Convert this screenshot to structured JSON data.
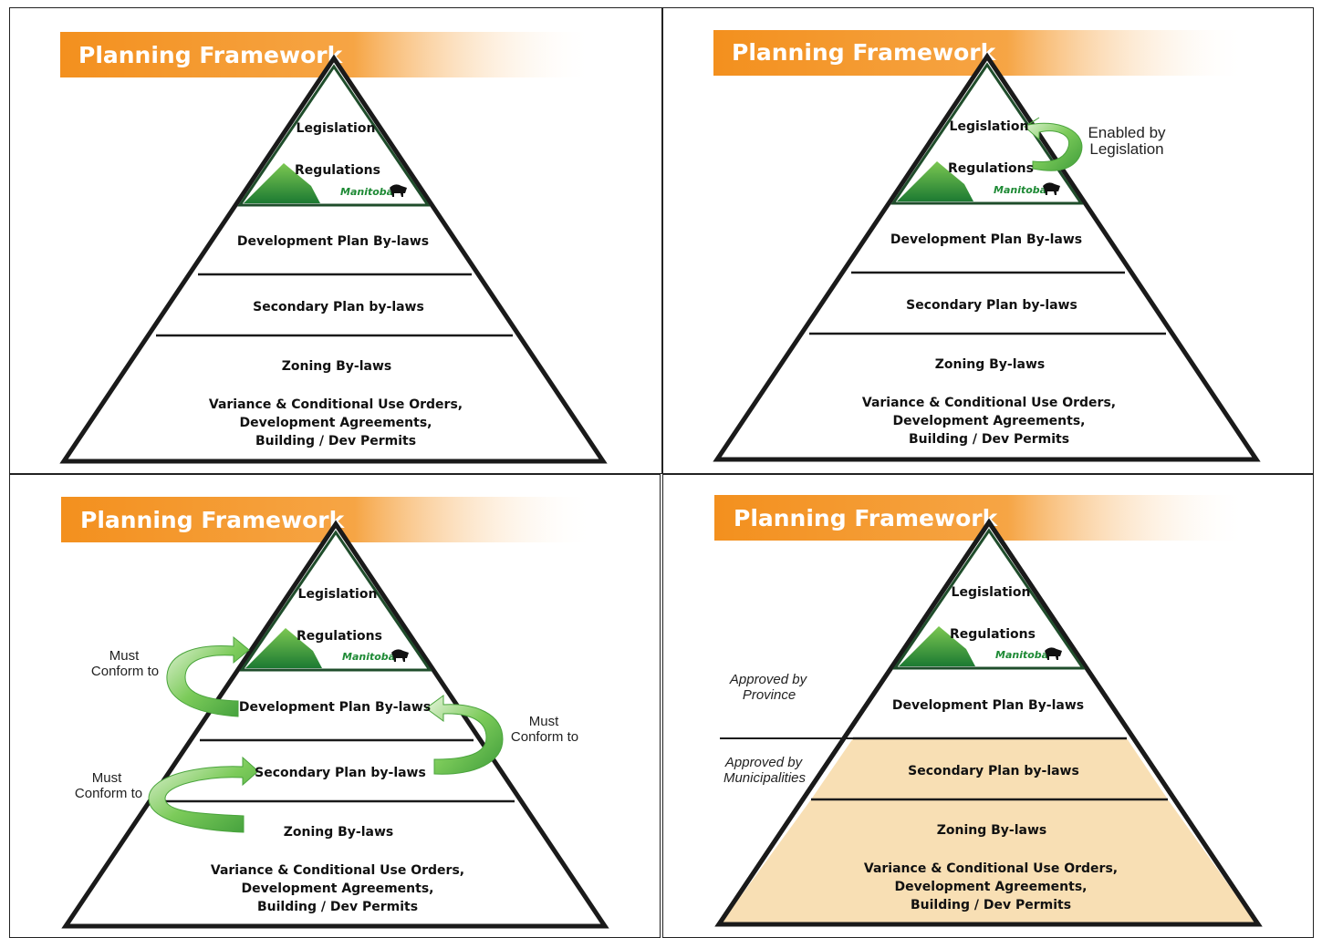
{
  "panels": [
    {
      "banner_title": "Planning Framework",
      "tiers": {
        "legislation": "Legislation",
        "regulations": "Regulations",
        "manitoba_logo": "Manitoba",
        "development_plan": "Development Plan By-laws",
        "secondary_plan": "Secondary Plan by-laws",
        "zoning": "Zoning By-laws",
        "base_lines": [
          "Variance & Conditional Use Orders,",
          "Development Agreements,",
          "Building / Dev Permits"
        ]
      }
    },
    {
      "banner_title": "Planning Framework",
      "tiers": {
        "legislation": "Legislation",
        "regulations": "Regulations",
        "manitoba_logo": "Manitoba",
        "development_plan": "Development Plan By-laws",
        "secondary_plan": "Secondary Plan by-laws",
        "zoning": "Zoning By-laws",
        "base_lines": [
          "Variance & Conditional Use Orders,",
          "Development Agreements,",
          "Building / Dev Permits"
        ]
      },
      "annotation_lines": [
        "Enabled by",
        "Legislation"
      ]
    },
    {
      "banner_title": "Planning Framework",
      "tiers": {
        "legislation": "Legislation",
        "regulations": "Regulations",
        "manitoba_logo": "Manitoba",
        "development_plan": "Development Plan By-laws",
        "secondary_plan": "Secondary Plan by-laws",
        "zoning": "Zoning By-laws",
        "base_lines": [
          "Variance & Conditional Use Orders,",
          "Development Agreements,",
          "Building / Dev Permits"
        ]
      },
      "conform_labels": [
        [
          "Must",
          "Conform to"
        ],
        [
          "Must",
          "Conform to"
        ],
        [
          "Must",
          "Conform to"
        ]
      ]
    },
    {
      "banner_title": "Planning Framework",
      "tiers": {
        "legislation": "Legislation",
        "regulations": "Regulations",
        "manitoba_logo": "Manitoba",
        "development_plan": "Development Plan By-laws",
        "secondary_plan": "Secondary Plan by-laws",
        "zoning": "Zoning By-laws",
        "base_lines": [
          "Variance & Conditional Use Orders,",
          "Development Agreements,",
          "Building / Dev Permits"
        ]
      },
      "approval_province": [
        "Approved by",
        "Province"
      ],
      "approval_municipalities": [
        "Approved by",
        "Municipalities"
      ]
    }
  ],
  "colors": {
    "banner_orange": "#f3901e",
    "pyramid_green": "#1f4d2b",
    "arrow_green": "#5cb846",
    "municipal_fill": "#f8dfb4"
  }
}
